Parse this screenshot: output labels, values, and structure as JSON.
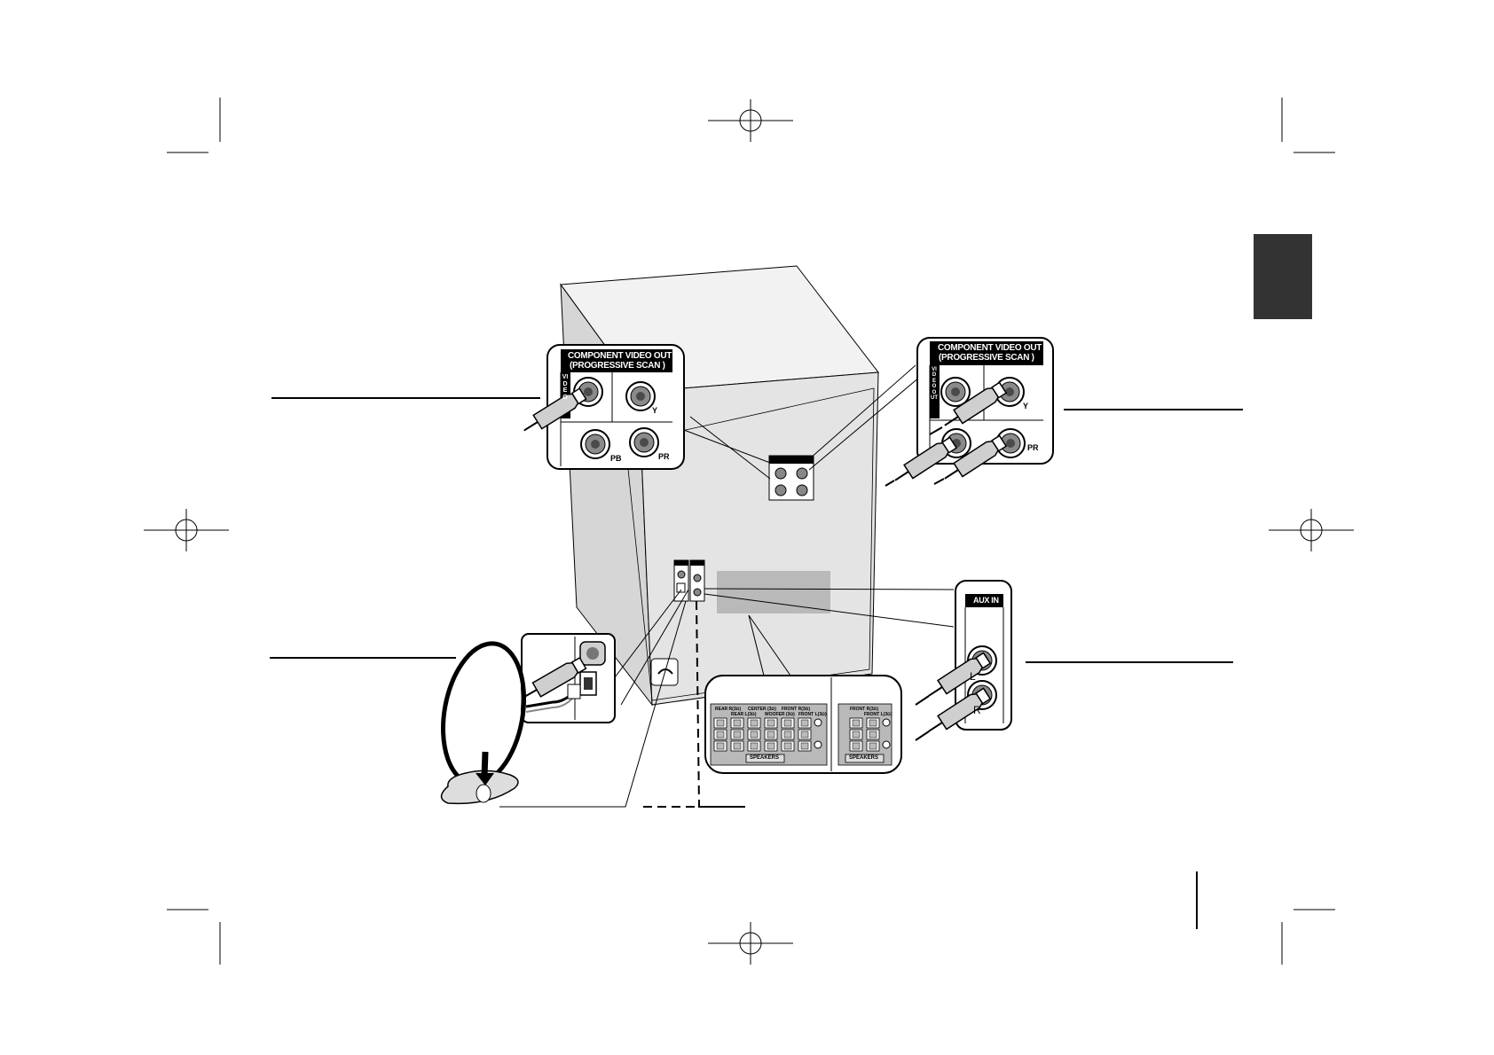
{
  "component_panel": {
    "title": "COMPONENT VIDEO OUT",
    "subtitle": "(PROGRESSIVE SCAN )",
    "video_out_label": "VIDEO OUT",
    "video_label": "VIDEO",
    "jack_y": "Y",
    "jack_pb": "PB",
    "jack_pr": "PR"
  },
  "aux_panel": {
    "title": "AUX IN",
    "jack_l": "L",
    "jack_r": "R"
  },
  "speaker_panel": {
    "title": "SPEAKERS",
    "terminals_left": [
      "REAR R(3Ω)",
      "REAR L(3Ω)",
      "CENTER (3Ω)",
      "WOOFER (3Ω)",
      "FRONT R(3Ω)",
      "FRONT L(3Ω)"
    ],
    "terminals_right": [
      "FRONT R(3Ω)",
      "FRONT L(3Ω)"
    ]
  },
  "colors": {
    "line": "#000000",
    "unit_fill": "#e4e4e4",
    "panel_fill": "#ffffff",
    "label_bar": "#000000",
    "speaker_area": "#b9b9b9",
    "tab_fill": "#333333"
  },
  "icons": [
    "crop-mark-icon",
    "registration-target-icon",
    "rca-plug-icon",
    "loop-antenna-icon",
    "fm-antenna-jack-icon",
    "speaker-terminal-icon"
  ]
}
